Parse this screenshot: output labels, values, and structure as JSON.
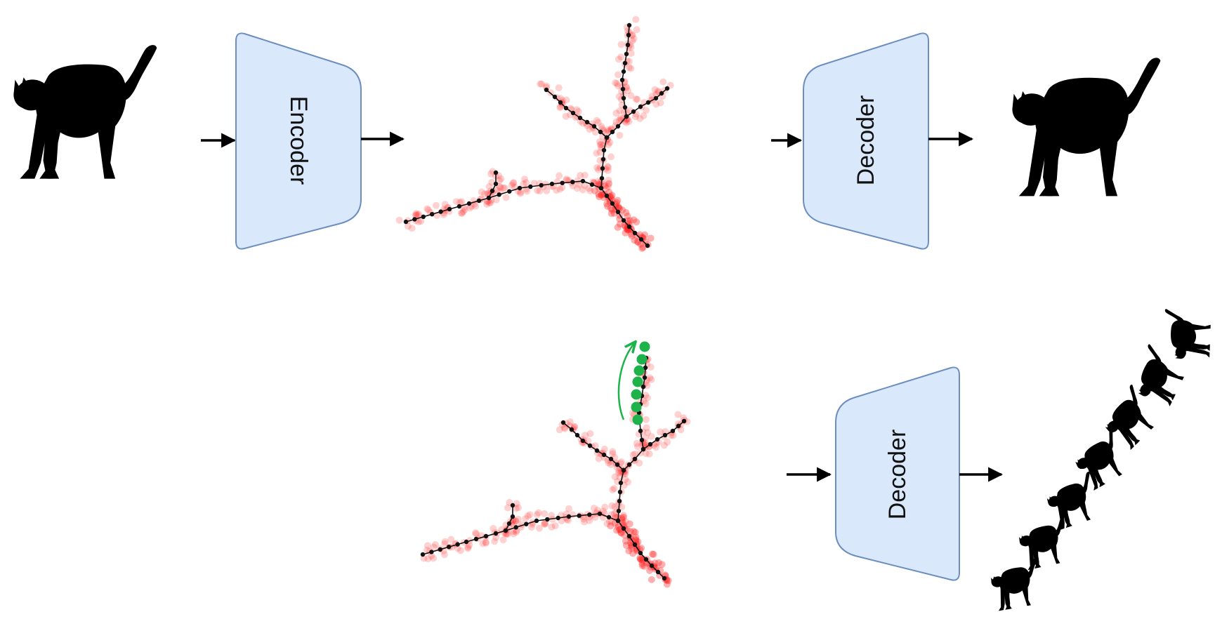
{
  "colors": {
    "box_fill": "#dae8fc",
    "box_stroke": "#6c8ebf",
    "arrow": "#000000",
    "latent_cloud": "#ff2020",
    "latent_node": "#111111",
    "traversal": "#1db34a",
    "silhouette": "#000000"
  },
  "icons": {
    "input_image": "cat-silhouette-arched",
    "reconstruction": "cat-silhouette-arched",
    "generated_sequence": "cat-silhouette-pose-sequence"
  },
  "top_row": {
    "encoder_label": "Encoder",
    "decoder_label": "Decoder"
  },
  "bottom_row": {
    "decoder_label": "Decoder",
    "generated_pose_count": 7
  }
}
